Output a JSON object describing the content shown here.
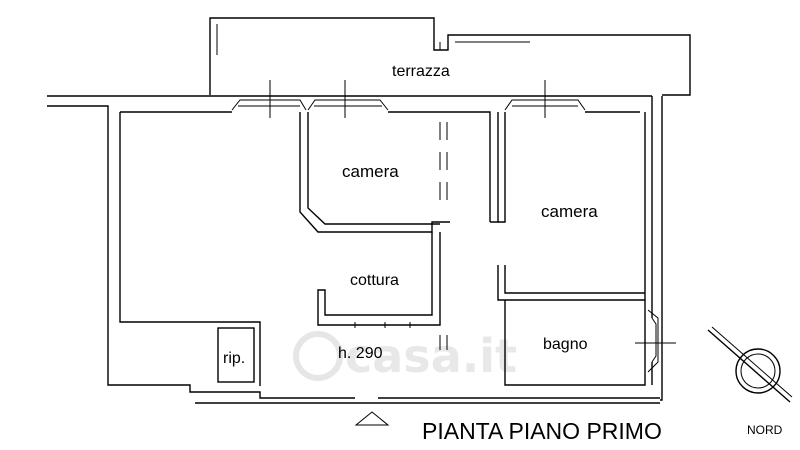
{
  "rooms": {
    "terrace": "terrazza",
    "bedroom_1": "camera",
    "bedroom_2": "camera",
    "kitchen": "cottura",
    "bathroom": "bagno",
    "storage": "rip.",
    "height": "h. 290"
  },
  "plan_title": "PIANTA PIANO PRIMO",
  "compass_label": "NORD",
  "watermark": "casa.it"
}
